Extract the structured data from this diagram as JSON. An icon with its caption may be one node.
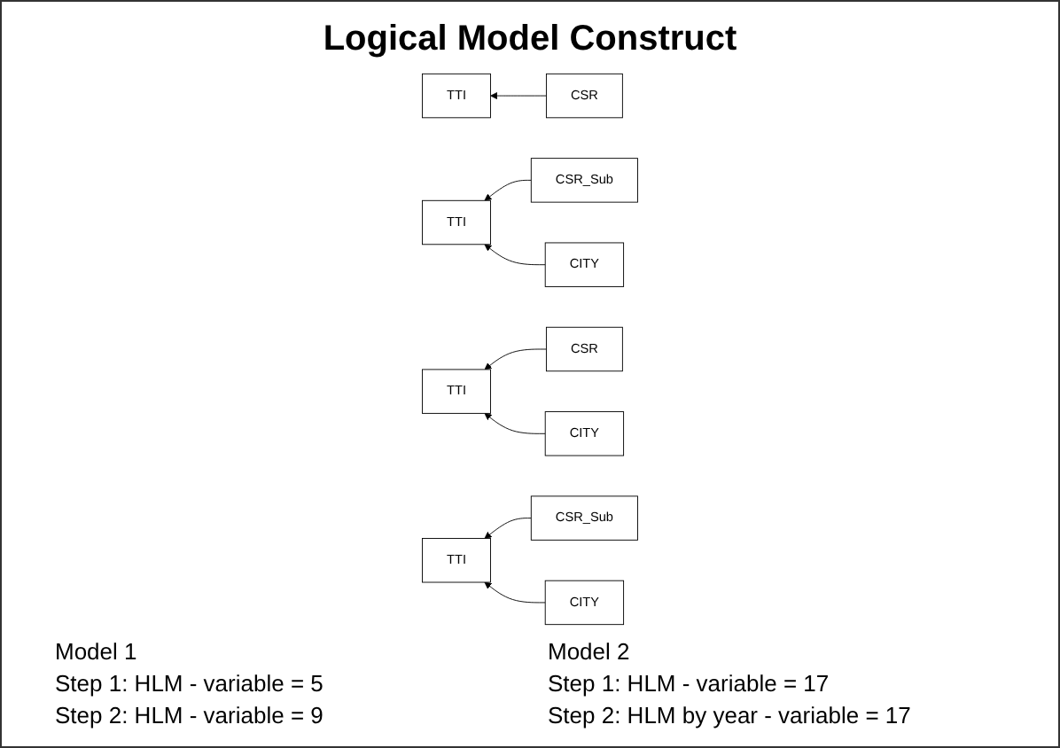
{
  "diagram": {
    "title": "Logical Model Construct",
    "nodes": [
      {
        "text": [
          "TTI"
        ]
      },
      {
        "text": [
          "CSR"
        ]
      },
      {
        "text": [
          "CSR_Sub"
        ]
      },
      {
        "text": [
          "TTI"
        ]
      },
      {
        "text": [
          "CITY"
        ]
      },
      {
        "text": [
          "CSR"
        ]
      },
      {
        "text": [
          "TTI"
        ]
      },
      {
        "text": [
          "CITY"
        ]
      },
      {
        "text": [
          "CSR_Sub"
        ]
      },
      {
        "text": [
          "TTI"
        ]
      },
      {
        "text": [
          "CITY"
        ]
      }
    ],
    "edges": [
      {
        "from": 1,
        "to": 0,
        "arrow": "to"
      },
      {
        "from": 2,
        "to": 3,
        "arrow": "to"
      },
      {
        "from": 4,
        "to": 3,
        "arrow": "to"
      },
      {
        "from": 5,
        "to": 6,
        "arrow": "to"
      },
      {
        "from": 7,
        "to": 6,
        "arrow": "to"
      },
      {
        "from": 8,
        "to": 9,
        "arrow": "to"
      },
      {
        "from": 10,
        "to": 9,
        "arrow": "to"
      }
    ],
    "labels": [
      "Model 1",
      "Model 2",
      "Step 1: HLM - variable = 5",
      "Step 1: HLM - variable = 17",
      "Step 2: HLM - variable = 9",
      "Step 2: HLM by year - variable = 17"
    ]
  }
}
